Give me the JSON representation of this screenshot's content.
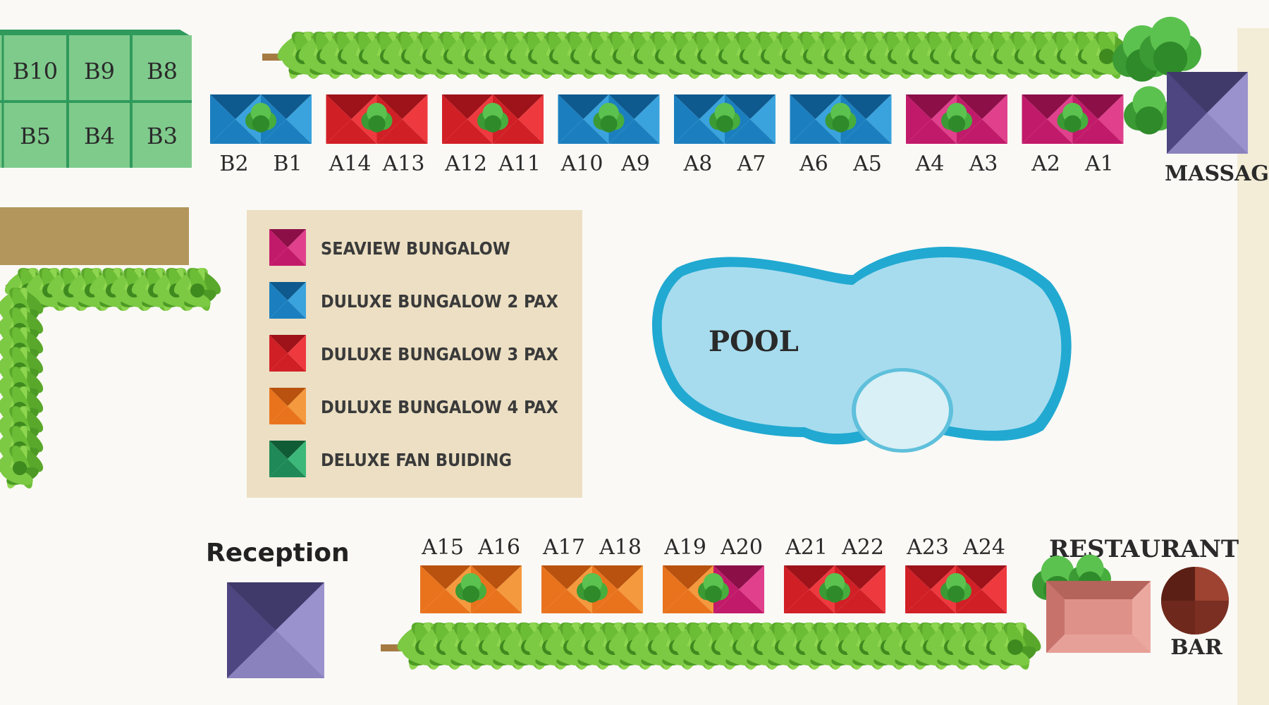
{
  "legend": [
    {
      "label": "SEAVIEW BUNGALOW",
      "color": "#c21a6a",
      "swatch": "magenta"
    },
    {
      "label": "DULUXE BUNGALOW 2 PAX",
      "color": "#1b7fbf",
      "swatch": "blue"
    },
    {
      "label": "DULUXE BUNGALOW 3 PAX",
      "color": "#d11f26",
      "swatch": "red"
    },
    {
      "label": "DULUXE BUNGALOW 4 PAX",
      "color": "#e9731d",
      "swatch": "orange"
    },
    {
      "label": "DELUXE FAN BUIDING",
      "color": "#1f8a57",
      "swatch": "green"
    }
  ],
  "fan_building": {
    "labels": [
      "B10",
      "B9",
      "B8",
      "B5",
      "B4",
      "B3"
    ],
    "color": "#7fcb8c"
  },
  "top_row": [
    {
      "left": "B2",
      "right": "B1",
      "color": "blue"
    },
    {
      "left": "A14",
      "right": "A13",
      "color": "red"
    },
    {
      "left": "A12",
      "right": "A11",
      "color": "red"
    },
    {
      "left": "A10",
      "right": "A9",
      "color": "blue"
    },
    {
      "left": "A8",
      "right": "A7",
      "color": "blue"
    },
    {
      "left": "A6",
      "right": "A5",
      "color": "blue"
    },
    {
      "left": "A4",
      "right": "A3",
      "color": "magenta"
    },
    {
      "left": "A2",
      "right": "A1",
      "color": "magenta"
    }
  ],
  "bottom_row": [
    {
      "left": "A15",
      "right": "A16",
      "left_color": "orange",
      "right_color": "orange"
    },
    {
      "left": "A17",
      "right": "A18",
      "left_color": "orange",
      "right_color": "orange"
    },
    {
      "left": "A19",
      "right": "A20",
      "left_color": "orange",
      "right_color": "magenta"
    },
    {
      "left": "A21",
      "right": "A22",
      "left_color": "red",
      "right_color": "red"
    },
    {
      "left": "A23",
      "right": "A24",
      "left_color": "red",
      "right_color": "red"
    }
  ],
  "places": {
    "massage": "MASSAG",
    "pool": "POOL",
    "reception": "Reception",
    "restaurant": "RESTAURANT",
    "bar": "BAR"
  },
  "colors": {
    "blue": [
      "#0e5a8f",
      "#1b7fbf",
      "#3aa3dd"
    ],
    "red": [
      "#9e1219",
      "#d11f26",
      "#ee3a3f"
    ],
    "magenta": [
      "#8c0f48",
      "#c21a6a",
      "#e0408c"
    ],
    "orange": [
      "#b8520e",
      "#e9731d",
      "#f5993e"
    ],
    "green": [
      "#105c36",
      "#1f8a57",
      "#3cb97a"
    ],
    "purple": [
      "#3f3a6a",
      "#6b63a3",
      "#9a92cc"
    ],
    "pool": "#a7dcee",
    "pool_edge": "#21a9d1",
    "path": "#b3965c",
    "legend_bg": "#ecdfc3"
  }
}
